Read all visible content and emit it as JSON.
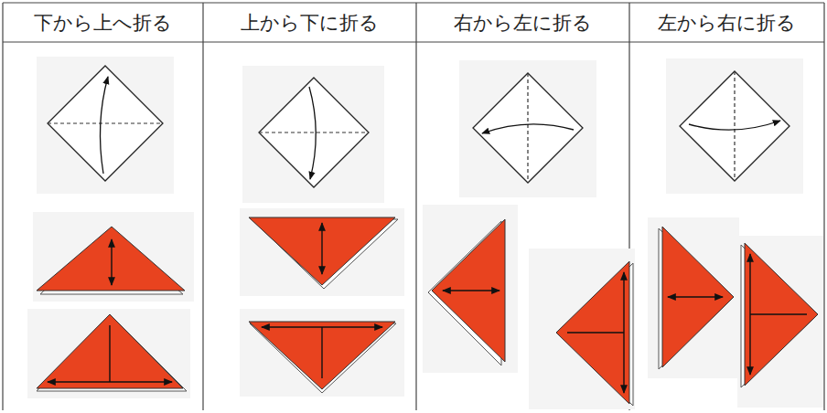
{
  "diagram": {
    "labels": [
      "下から上へ折る",
      "上から下に折る",
      "右から左に折る",
      "左から右に折る"
    ]
  }
}
